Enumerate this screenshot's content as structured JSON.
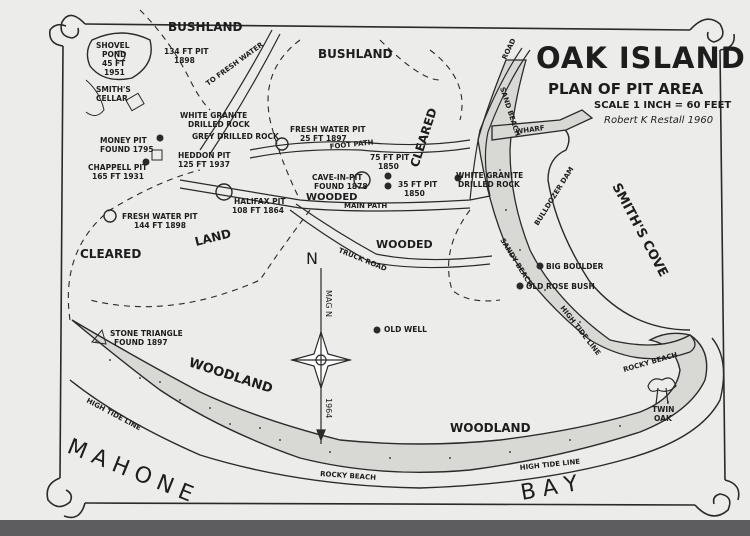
{
  "title": "OAK ISLAND",
  "subtitle": "PLAN OF PIT AREA",
  "scale": "SCALE 1 INCH = 60 FEET",
  "author": "Robert K Restall 1960",
  "regions": {
    "bushland_top": "BUSHLAND",
    "bushland_mid": "BUSHLAND",
    "cleared": "CLEARED",
    "land": "LAND",
    "cleared_vertical": "CLEARED",
    "wooded_1": "WOODED",
    "wooded_2": "WOODED",
    "woodland_left": "WOODLAND",
    "woodland_right": "WOODLAND",
    "smiths_cove": "SMITH'S COVE",
    "mahone": "M A H O N E",
    "bay": "B A Y"
  },
  "features": {
    "shovel_pond": [
      "SHOVEL",
      "POND",
      "45 FT",
      "1951"
    ],
    "pit_134": [
      "134 FT PIT",
      "1898"
    ],
    "smiths_cellar": [
      "SMITH'S",
      "CELLAR"
    ],
    "white_granite_1": [
      "WHITE GRANITE",
      "DRILLED ROCK"
    ],
    "grey_rock": "GREY DRILLED ROCK",
    "money_pit": [
      "MONEY PIT",
      "FOUND 1795"
    ],
    "heddon_pit": [
      "HEDDON PIT",
      "125 FT 1937"
    ],
    "chappell_pit": [
      "CHAPPELL PIT",
      "165 FT 1931"
    ],
    "fresh_water_1": [
      "FRESH WATER PIT",
      "25 FT 1897"
    ],
    "cave_in_pit": [
      "CAVE-IN-PIT",
      "FOUND 1878"
    ],
    "pit_75": [
      "75 FT PIT",
      "1850"
    ],
    "pit_35": [
      "35 FT PIT",
      "1850"
    ],
    "white_granite_2": [
      "WHITE GRANITE",
      "DRILLED ROCK"
    ],
    "halifax_pit": [
      "HALIFAX PIT",
      "108 FT 1864"
    ],
    "fresh_water_2": [
      "FRESH WATER PIT",
      "144 FT 1898"
    ],
    "stone_triangle": [
      "STONE TRIANGLE",
      "FOUND 1897"
    ],
    "old_well": "OLD WELL",
    "big_boulder": "BIG BOULDER",
    "old_rose_bush": "OLD ROSE BUSH",
    "twin_oak": [
      "TWIN",
      "OAK"
    ],
    "sand_beach_top": "SAND BEACH",
    "sandy_beach": "SANDY BEACH",
    "rocky_beach_bottom": "ROCKY BEACH",
    "rocky_beach_right": "ROCKY BEACH",
    "high_tide_line_1": "HIGH TIDE LINE",
    "high_tide_line_2": "HIGH TIDE LINE",
    "high_tide_line_3": "HIGH TIDE LINE",
    "wharf": "WHARF",
    "road": "ROAD",
    "main_path": "MAIN PATH",
    "foot_path": "FOOT PATH",
    "fresh_water_path": "TO FRESH WATER",
    "truck_road": "TRUCK ROAD",
    "bulldozer_dam": "BULLDOZER DAM",
    "compass_n": "N",
    "mag_n": "MAG N",
    "compass_year": "1964"
  }
}
